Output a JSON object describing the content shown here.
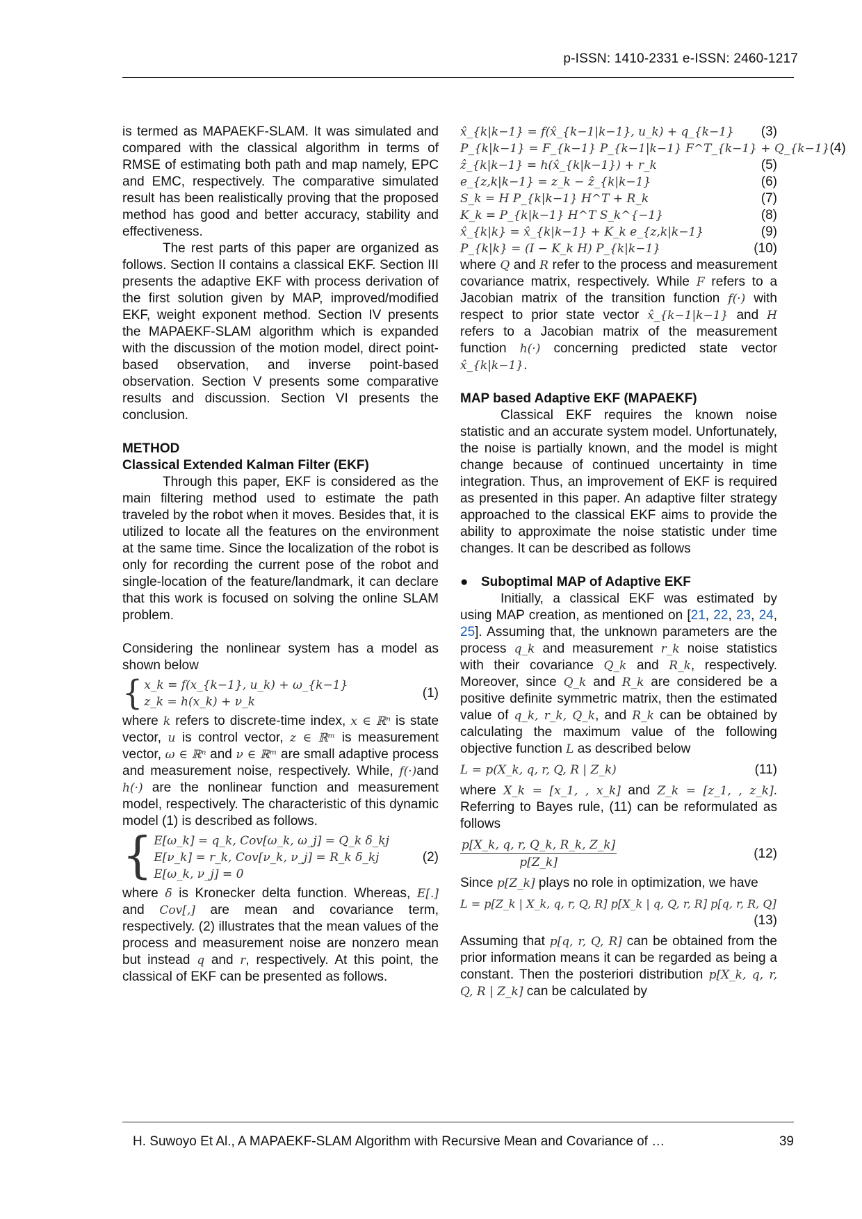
{
  "header": {
    "issn": "p-ISSN: 1410-2331  e-ISSN: 2460-1217"
  },
  "footer": {
    "title": "H. Suwoyo Et Al., A MAPAEKF-SLAM Algorithm with Recursive Mean and Covariance of …",
    "page": "39"
  },
  "left": {
    "p1": "is termed as MAPAEKF-SLAM. It was simulated and compared with the classical algorithm in terms of RMSE of estimating both path and map namely, EPC and EMC, respectively. The comparative simulated result has been realistically proving that the proposed method has good and better accuracy, stability and effectiveness.",
    "p2": "The rest parts of this paper are organized as follows. Section II contains a classical EKF. Section III presents the adaptive EKF with process derivation of the first solution given by MAP, improved/modified EKF, weight exponent method. Section IV presents the MAPAEKF-SLAM algorithm which is expanded with the discussion of the motion model, direct point-based observation, and inverse point-based observation. Section V presents some comparative results and discussion. Section VI presents the conclusion.",
    "h_method": "METHOD",
    "h_ekf": "Classical Extended Kalman Filter (EKF)",
    "p3": "Through this paper, EKF is considered as the main filtering method used to estimate the path traveled by the robot when it moves. Besides that, it is utilized to locate all the features on the environment at the same time. Since the localization of the robot is only for recording the current pose of the robot and single-location of the feature/landmark, it can declare that this work is focused on solving the online SLAM problem.",
    "p4": "Considering the nonlinear system has a model as shown below",
    "eq1": {
      "a": "x_k = f(x_{k−1}, u_k) + ω_{k−1}",
      "b": "z_k = h(x_k) + ν_k",
      "no": "(1)"
    },
    "p5a": "where",
    "p5_k": "k",
    "p5b": "refers to discrete-time index,",
    "p5_x": "x ∈ ℝⁿ",
    "p5c": "is state vector,",
    "p5_u": "u",
    "p5d": "is control vector,",
    "p5_z": "z ∈ ℝᵐ",
    "p5e": "is measurement vector,",
    "p5_w": "ω ∈ ℝⁿ",
    "p5f": "and",
    "p5_v": "ν ∈ ℝᵐ",
    "p5g": "are small adaptive process and measurement noise, respectively. While,",
    "p5_f": "f(·)",
    "p5h": "and",
    "p5_h": "h(·)",
    "p5i": "are the nonlinear function and measurement model, respectively. The characteristic of this dynamic model (1) is described as follows.",
    "eq2": {
      "a": "E[ω_k] = q_k, Cov[ω_k, ω_j] = Q_k δ_kj",
      "b": "E[ν_k] = r_k, Cov[ν_k, ν_j] = R_k δ_kj",
      "c": "E[ω_k, ν_j] = 0",
      "no": "(2)"
    },
    "p6a": "where",
    "p6_d": "δ",
    "p6b": "is Kronecker delta function. Whereas,",
    "p6_E": "E[.]",
    "p6c": "and",
    "p6_C": "Cov[,]",
    "p6d": "are mean and covariance term, respectively. (2) illustrates that the mean values of the process and measurement noise are nonzero mean but instead",
    "p6_q": "q",
    "p6e": "and",
    "p6_r": "r",
    "p6f": ", respectively. At this point, the classical of EKF can be presented as follows."
  },
  "right": {
    "eqs": [
      {
        "tex": "x̂_{k|k−1} = f(x̂_{k−1|k−1}, u_k) + q_{k−1}",
        "no": "(3)"
      },
      {
        "tex": "P_{k|k−1} = F_{k−1} P_{k−1|k−1} F^T_{k−1} + Q_{k−1}",
        "no": "(4)"
      },
      {
        "tex": "ẑ_{k|k−1} = h(x̂_{k|k−1}) + r_k",
        "no": "(5)"
      },
      {
        "tex": "e_{z,k|k−1} = z_k − ẑ_{k|k−1}",
        "no": "(6)"
      },
      {
        "tex": "S_k = H P_{k|k−1} H^T + R_k",
        "no": "(7)"
      },
      {
        "tex": "K_k = P_{k|k−1} H^T S_k^{−1}",
        "no": "(8)"
      },
      {
        "tex": "x̂_{k|k} = x̂_{k|k−1} + K_k e_{z,k|k−1}",
        "no": "(9)"
      },
      {
        "tex": "P_{k|k} = (I − K_k H) P_{k|k−1}",
        "no": "(10)"
      }
    ],
    "p1a": "where",
    "p1_Q": "Q",
    "p1b": "and",
    "p1_R": "R",
    "p1c": "refer to the process and measurement covariance matrix, respectively. While",
    "p1_F": "F",
    "p1d": "refers to a Jacobian matrix of the transition function",
    "p1_f": "f(·)",
    "p1e": "with respect to prior state vector",
    "p1_x": "x̂_{k−1|k−1}",
    "p1f": "and",
    "p1_H": "H",
    "p1g": "refers to a Jacobian matrix of the measurement function",
    "p1_h": "h(·)",
    "p1h": "concerning predicted state vector",
    "p1_xp": "x̂_{k|k−1}",
    "p1i": ".",
    "h_map": "MAP based Adaptive EKF (MAPAEKF)",
    "p2": "Classical EKF requires the known noise statistic and an accurate system model. Unfortunately, the noise is partially known, and the model is might change because of continued uncertainty in time integration. Thus, an improvement of EKF is required as presented in this paper. An adaptive filter strategy approached to the classical EKF aims to provide the ability to approximate the noise statistic under time changes. It can be described as follows",
    "bullet": "Suboptimal MAP of Adaptive EKF",
    "p3a": "Initially, a classical EKF was estimated by using MAP creation, as mentioned on [",
    "refs": [
      "21",
      "22",
      "23",
      "24",
      "25"
    ],
    "p3b": "]. Assuming that, the unknown parameters are the process",
    "p3_q": "q_k",
    "p3c": "and measurement",
    "p3_r": "r_k",
    "p3d": "noise statistics with their covariance",
    "p3_Q": "Q_k",
    "p3e": "and",
    "p3_R": "R_k",
    "p3f": ", respectively. Moreover, since",
    "p3g": "and",
    "p3h": "are considered be a positive definite symmetric matrix, then the estimated value of",
    "p3_list": "q_k, r_k, Q_k",
    "p3i": ", and",
    "p3j": "can be obtained by calculating the maximum value of the following objective function",
    "p3_L": "L",
    "p3k": "as described below",
    "eq11": {
      "tex": "L = p(X_k, q, r, Q, R | Z_k)",
      "no": "(11)"
    },
    "p4a": "where",
    "p4_X": "X_k = [x_1, , x_k]",
    "p4b": "and",
    "p4_Z": "Z_k = [z_1, , z_k]",
    "p4c": ". Referring to Bayes rule, (11) can be reformulated as follows",
    "eq12": {
      "num": "p[X_k, q, r, Q_k, R_k, Z_k]",
      "den": "p[Z_k]",
      "no": "(12)"
    },
    "p5a": "Since",
    "p5_p": "p[Z_k]",
    "p5b": "plays no role in optimization, we have",
    "eq13": {
      "tex": "L = p[Z_k | X_k, q, r, Q, R] p[X_k | q, Q, r, R] p[q, r, R, Q]",
      "no": "(13)"
    },
    "p6a": "Assuming that",
    "p6_p": "p[q, r, Q, R]",
    "p6b": "can be obtained from the prior information means it can be regarded as being a constant. Then the posteriori distribution",
    "p6_px": "p[X_k, q, r, Q, R | Z_k]",
    "p6c": "can be calculated by"
  }
}
